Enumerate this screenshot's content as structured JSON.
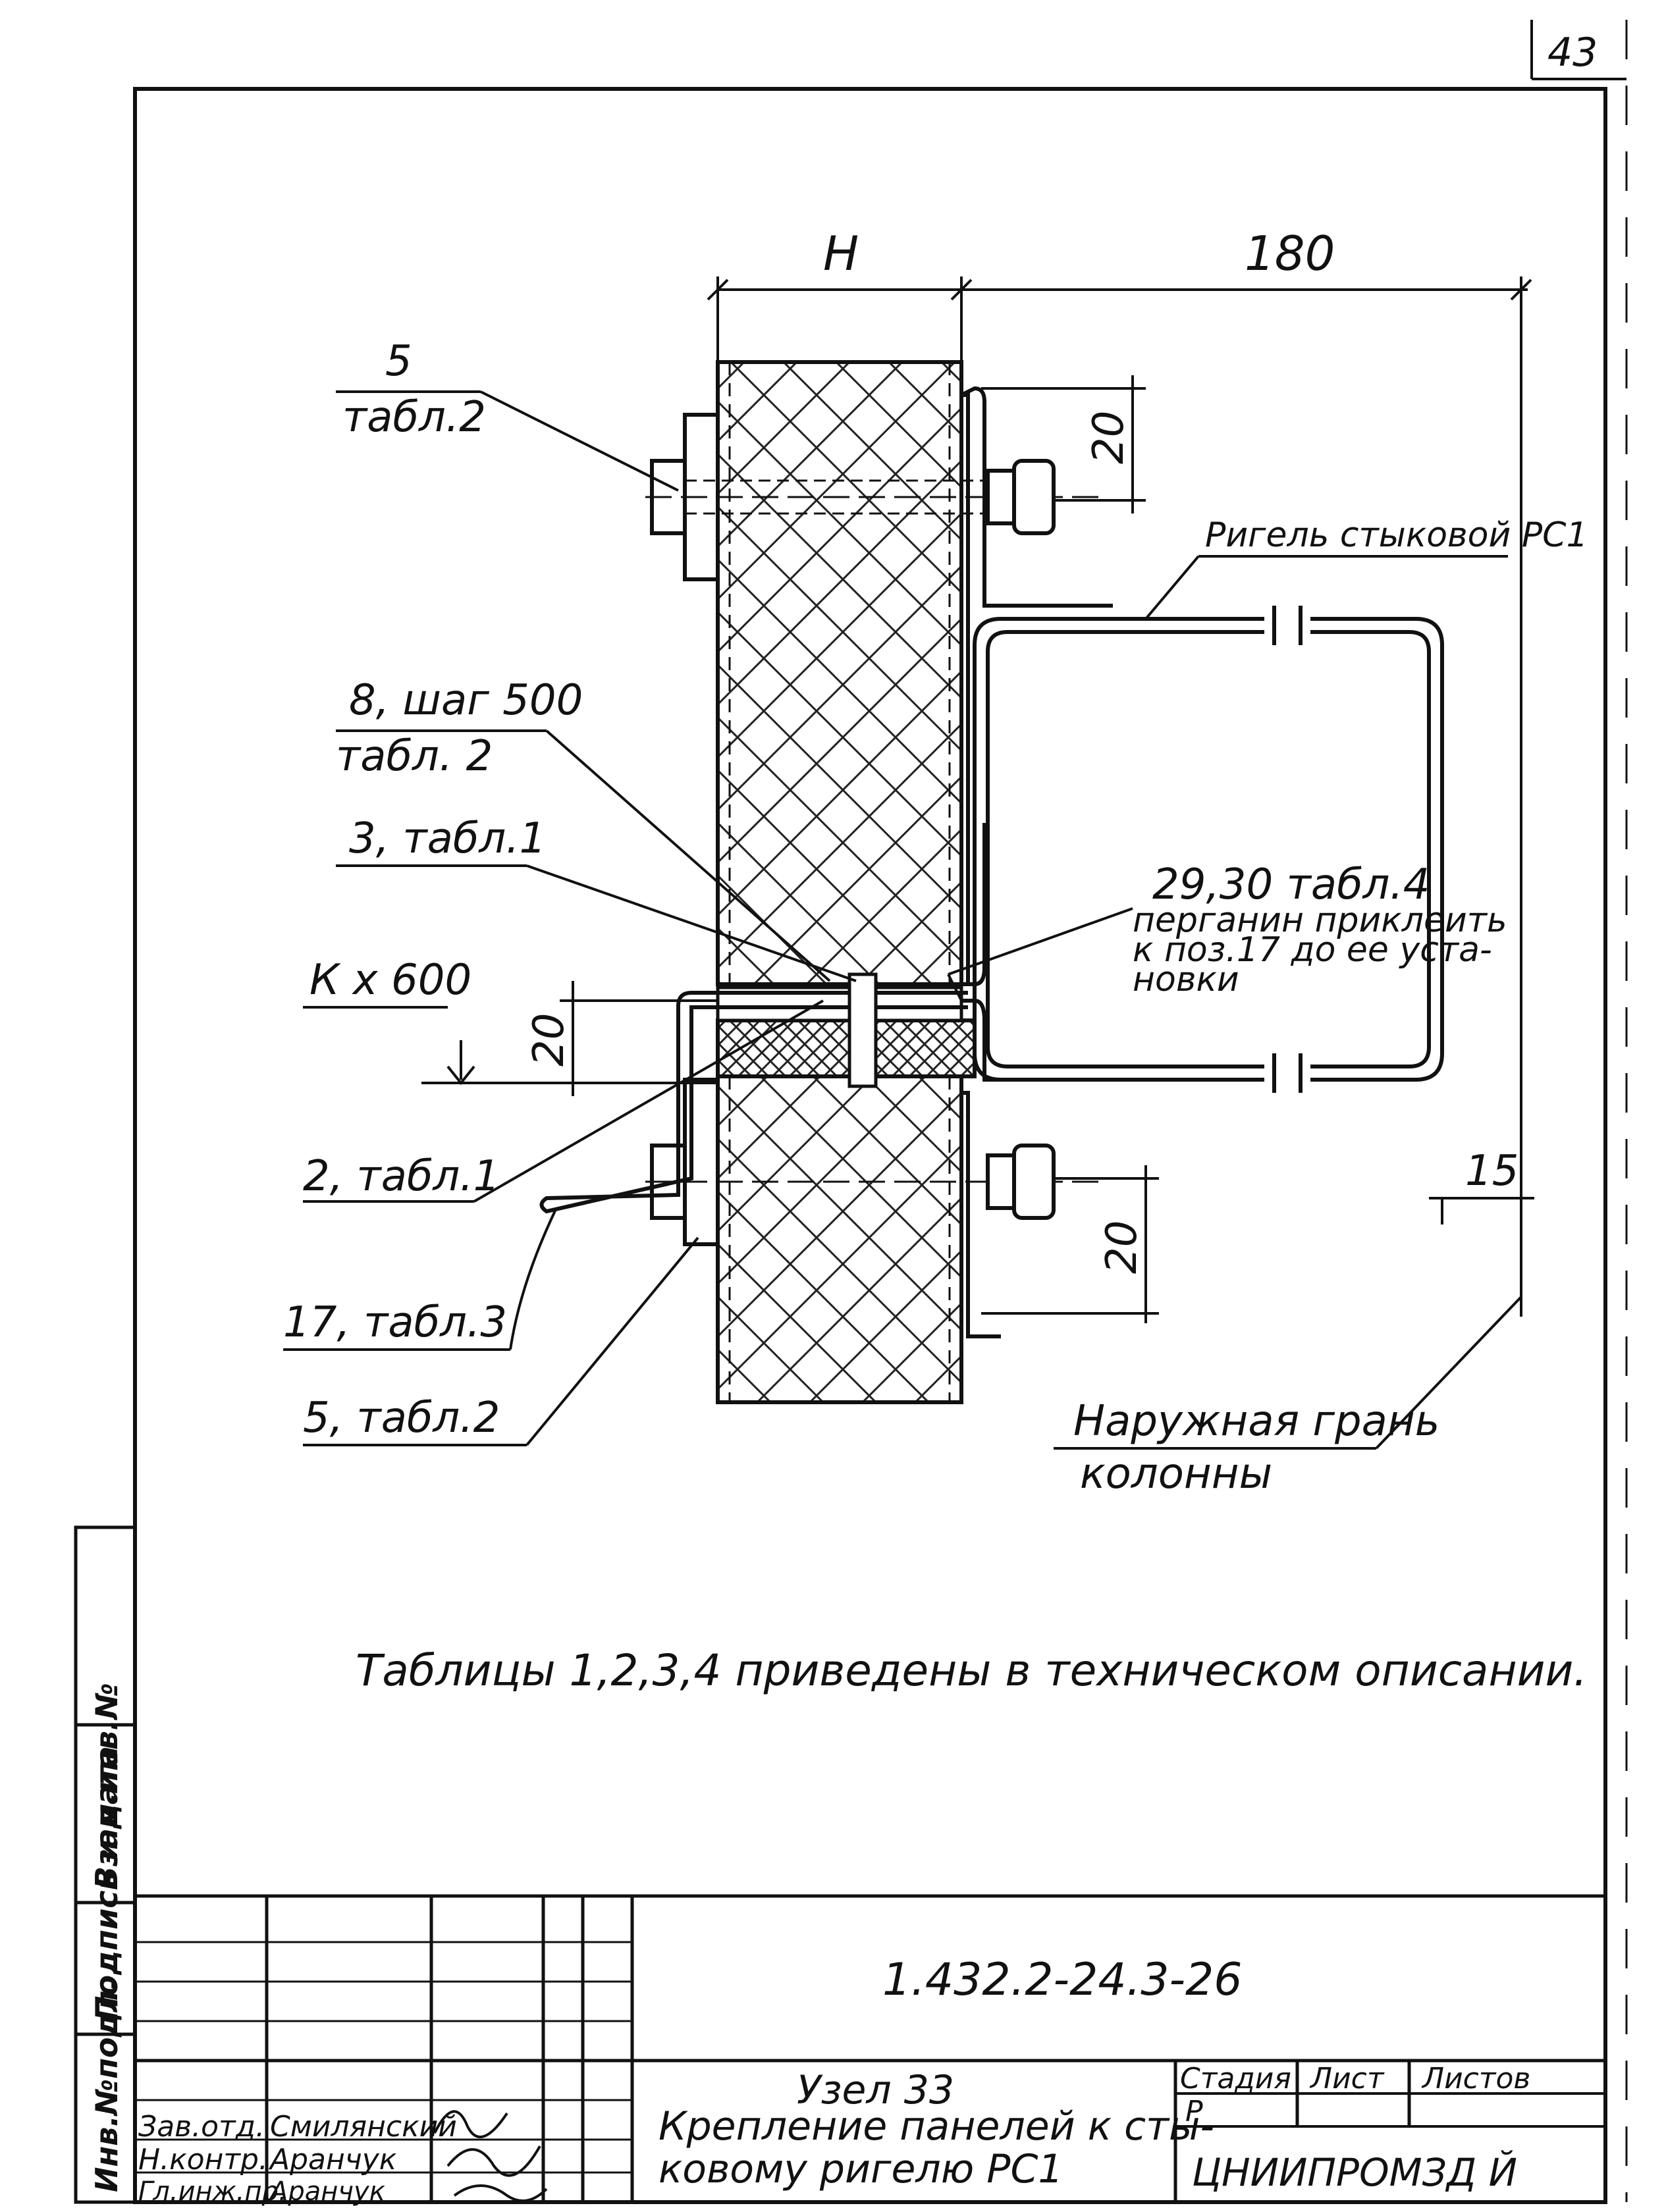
{
  "sheet": {
    "page_number": "43",
    "document_code": "1.432.2-24.3-26",
    "node_title": "Узел 33",
    "node_desc_line1": "Крепление панелей к сты-",
    "node_desc_line2": "ковому ригелю РС1",
    "organization": "ЦНИИПРОМЗД      Й",
    "stage_header": "Стадия",
    "sheet_header": "Лист",
    "sheets_header": "Листов",
    "stage_value": "Р",
    "note": "Таблицы 1,2,3,4 приведены в техническом описании."
  },
  "staff": [
    {
      "role": "Зав.отд.",
      "name": "Смилянский"
    },
    {
      "role": "Н.контр.",
      "name": "Аранчук"
    },
    {
      "role": "Гл.инж.пр.",
      "name": "Аранчук"
    }
  ],
  "side_stamp": [
    "Инв.№подл.",
    "Подпись и дата",
    "Взам.инв.№"
  ],
  "callouts": {
    "top_ref_num": "5",
    "top_ref_tab": "табл.2",
    "ref8_num": "8, шаг 500",
    "ref8_tab": "табл. 2",
    "ref3": "3, табл.1",
    "kx600": "К х 600",
    "ref2": "2, табл.1",
    "ref17": "17, табл.3",
    "ref5b": "5, табл.2",
    "ref29_l1": "29,30 табл.4",
    "ref29_l2": "перганин приклеить",
    "ref29_l3": "к поз.17 до ее уста-",
    "ref29_l4": "новки",
    "rigel": "Ригель стыковой РС1",
    "outer_l1": "Наружная грань",
    "outer_l2": "колонны"
  },
  "dimensions": {
    "h": "Н",
    "d180": "180",
    "d20_top": "20",
    "d20_mid": "20",
    "d20_bot": "20",
    "d15": "15"
  }
}
